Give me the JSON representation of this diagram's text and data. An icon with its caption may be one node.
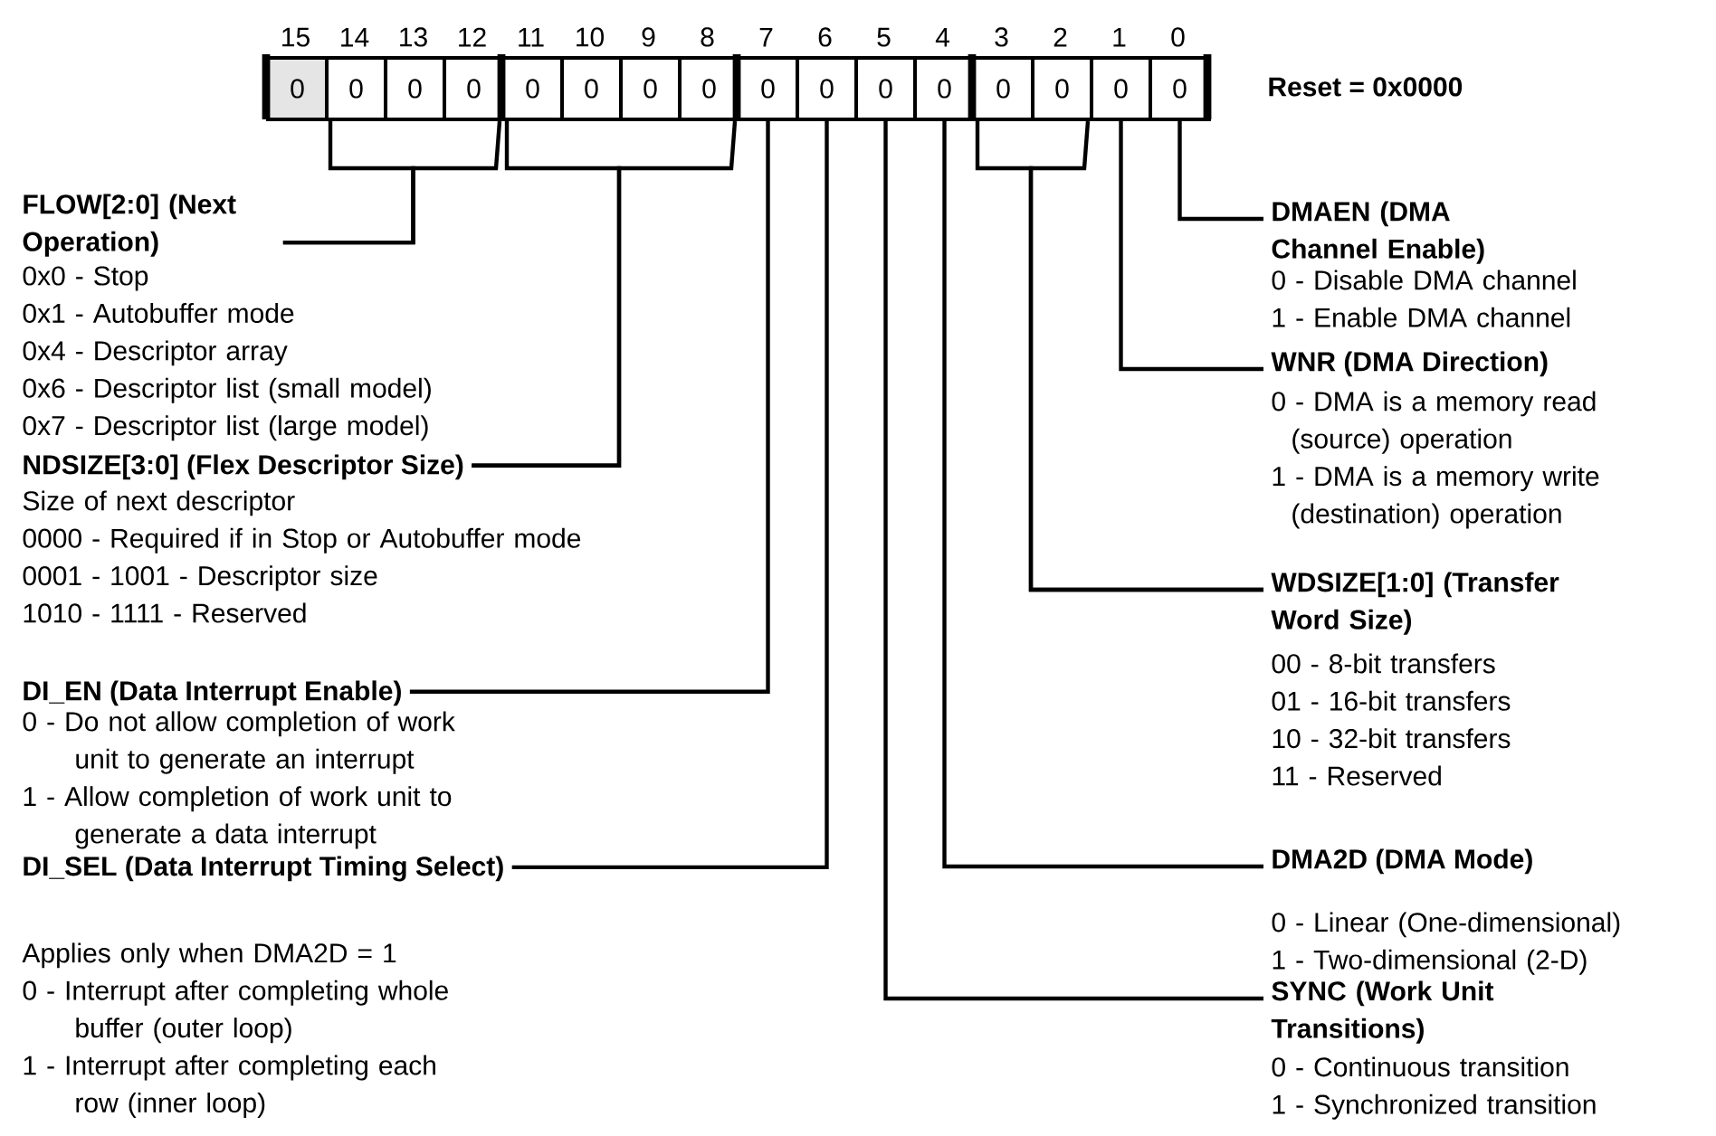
{
  "diagram": {
    "nodes": [
      {
        "text": [
          "0"
        ],
        "beside": [
          "15"
        ]
      },
      {
        "text": [
          "0"
        ],
        "beside": [
          "14"
        ]
      },
      {
        "text": [
          "0"
        ],
        "beside": [
          "13"
        ]
      },
      {
        "text": [
          "0"
        ],
        "beside": [
          "12"
        ]
      },
      {
        "text": [
          "0"
        ],
        "beside": [
          "11"
        ]
      },
      {
        "text": [
          "0"
        ],
        "beside": [
          "10"
        ]
      },
      {
        "text": [
          "0"
        ],
        "beside": [
          "9"
        ]
      },
      {
        "text": [
          "0"
        ],
        "beside": [
          "8"
        ]
      },
      {
        "text": [
          "0"
        ],
        "beside": [
          "7"
        ]
      },
      {
        "text": [
          "0"
        ],
        "beside": [
          "6"
        ]
      },
      {
        "text": [
          "0"
        ],
        "beside": [
          "5"
        ]
      },
      {
        "text": [
          "0"
        ],
        "beside": [
          "4"
        ]
      },
      {
        "text": [
          "0"
        ],
        "beside": [
          "3"
        ]
      },
      {
        "text": [
          "0"
        ],
        "beside": [
          "2"
        ]
      },
      {
        "text": [
          "0"
        ],
        "beside": [
          "1"
        ]
      },
      {
        "text": [
          "0"
        ],
        "beside": [
          "0"
        ]
      },
      {
        "text": [
          "FLOW[2:0] (Next Operation)",
          "0x0 - Stop",
          "0x1 - Autobuffer mode",
          "0x4 - Descriptor array",
          "0x6 - Descriptor list (small model)",
          "0x7 - Descriptor list (large model)"
        ]
      },
      {
        "text": [
          "NDSIZE[3:0] (Flex Descriptor Size)",
          "Size of next descriptor",
          "0000 - Required if in Stop or Autobuffer mode",
          "0001 - 1001 - Descriptor size",
          "1010 - 1111 - Reserved"
        ]
      },
      {
        "text": [
          "DI_EN (Data Interrupt Enable)",
          "0 - Do not allow completion of work unit to generate an interrupt",
          "1 - Allow completion of work unit to generate a data interrupt"
        ]
      },
      {
        "text": [
          "DI_SEL (Data Interrupt Timing Select)",
          "Applies only when DMA2D = 1",
          "0 - Interrupt after completing whole buffer (outer loop)",
          "1 - Interrupt after completing each row (inner loop)"
        ]
      },
      {
        "text": [
          "DMAEN (DMA Channel Enable)",
          "0 - Disable DMA channel",
          "1 - Enable DMA channel"
        ]
      },
      {
        "text": [
          "WNR (DMA Direction)",
          "0 - DMA is a memory read (source) operation",
          "1 - DMA is a memory write (destination) operation"
        ]
      },
      {
        "text": [
          "WDSIZE[1:0] (Transfer Word Size)",
          "00 - 8-bit transfers",
          "01 - 16-bit transfers",
          "10 - 32-bit transfers",
          "11 - Reserved"
        ]
      },
      {
        "text": [
          "DMA2D (DMA Mode)",
          "0 - Linear (One-dimensional)",
          "1 - Two-dimensional (2-D)"
        ]
      },
      {
        "text": [
          "SYNC (Work Unit Transitions)",
          "0 - Continuous transition",
          "1 - Synchronized transition"
        ]
      }
    ],
    "edges": [
      {
        "from": 16,
        "to": 1,
        "arrow": "none"
      },
      {
        "from": 16,
        "to": 3,
        "arrow": "none"
      },
      {
        "from": 17,
        "to": 4,
        "arrow": "none"
      },
      {
        "from": 17,
        "to": 7,
        "arrow": "none"
      },
      {
        "from": 18,
        "to": 8,
        "arrow": "none"
      },
      {
        "from": 19,
        "to": 9,
        "arrow": "none"
      },
      {
        "from": 20,
        "to": 15,
        "arrow": "none"
      },
      {
        "from": 21,
        "to": 14,
        "arrow": "none"
      },
      {
        "from": 22,
        "to": 12,
        "arrow": "none"
      },
      {
        "from": 22,
        "to": 13,
        "arrow": "none"
      },
      {
        "from": 23,
        "to": 11,
        "arrow": "none"
      },
      {
        "from": 24,
        "to": 10,
        "arrow": "none"
      }
    ],
    "labels": [
      "Reset = 0x0000"
    ]
  }
}
